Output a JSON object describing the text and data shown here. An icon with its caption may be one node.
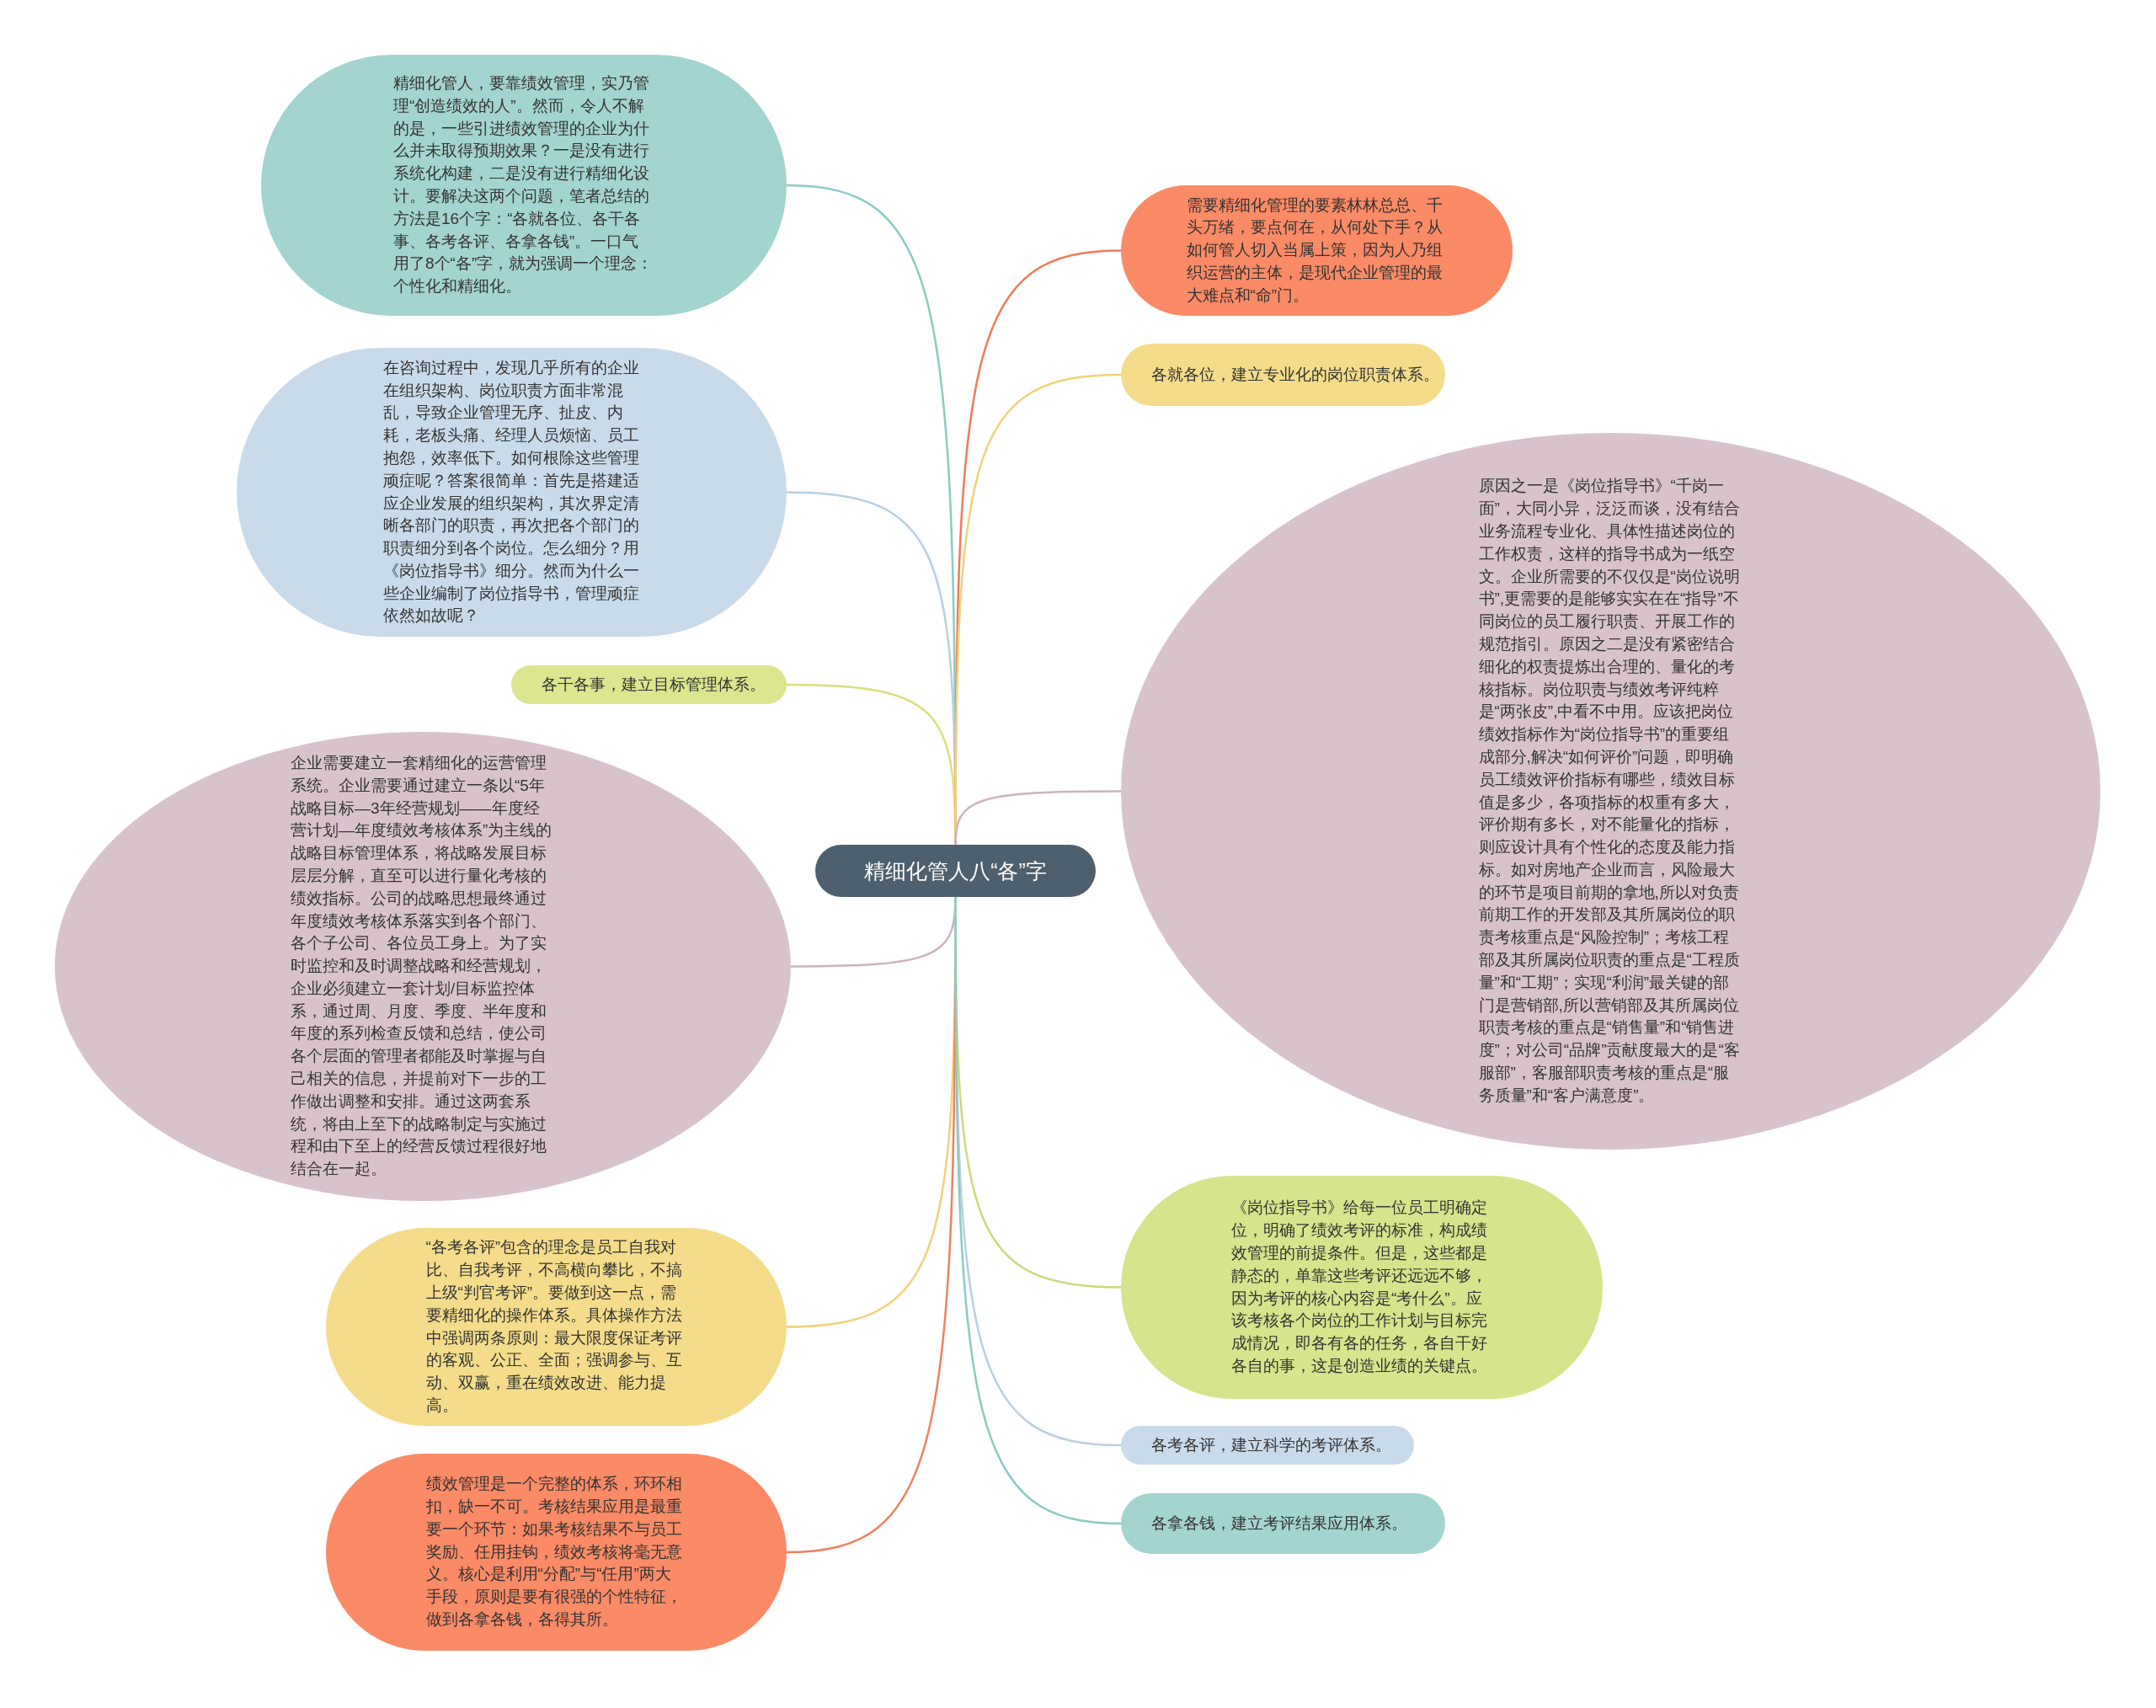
{
  "diagram": {
    "nodes": [
      {
        "text": [
          "精细化管人八“各”字"
        ]
      },
      {
        "text": [
          "精细化管人，要靠绩效管理，实乃管理“创造绩效的人”。然而，令人不解的是，一些引进绩效管理的企业为什么并未取得预期效果？一是没有进行系统化构建，二是没有进行精细化设计。要解决这两个问题，笔者总结的方法是16个字：“各就各位、各干各事、各考各评、各拿各钱”。一口气用了8个“各”字，就为强调一个理念：个性化和精细化。"
        ]
      },
      {
        "text": [
          "在咨询过程中，发现几乎所有的企业在组织架构、岗位职责方面非常混乱，导致企业管理无序、扯皮、内耗，老板头痛、经理人员烦恼、员工抱怨，效率低下。如何根除这些管理顽症呢？答案很简单：首先是搭建适应企业发展的组织架构，其次界定清晰各部门的职责，再次把各个部门的职责细分到各个岗位。怎么细分？用《岗位指导书》细分。然而为什么一些企业编制了岗位指导书，管理顽症依然如故呢？"
        ]
      },
      {
        "text": [
          "各干各事，建立目标管理体系。"
        ]
      },
      {
        "text": [
          "企业需要建立一套精细化的运营管理系统。企业需要通过建立一条以“5年战略目标—3年经营规划——年度经营计划—年度绩效考核体系”为主线的战略目标管理体系，将战略发展目标层层分解，直至可以进行量化考核的绩效指标。公司的战略思想最终通过年度绩效考核体系落实到各个部门、各个子公司、各位员工身上。为了实时监控和及时调整战略和经营规划，企业必须建立一套计划/目标监控体系，通过周、月度、季度、半年度和年度的系列检查反馈和总结，使公司各个层面的管理者都能及时掌握与自己相关的信息，并提前对下一步的工作做出调整和安排。通过这两套系统，将由上至下的战略制定与实施过程和由下至上的经营反馈过程很好地结合在一起。"
        ]
      },
      {
        "text": [
          "“各考各评”包含的理念是员工自我对比、自我考评，不高横向攀比，不搞上级“判官考评”。要做到这一点，需要精细化的操作体系。具体操作方法中强调两条原则：最大限度保证考评的客观、公正、全面；强调参与、互动、双赢，重在绩效改进、能力提高。"
        ]
      },
      {
        "text": [
          "绩效管理是一个完整的体系，环环相扣，缺一不可。考核结果应用是最重要一个环节：如果考核结果不与员工奖励、任用挂钩，绩效考核将毫无意义。核心是利用“分配”与“任用”两大手段，原则是要有很强的个性特征，做到各拿各钱，各得其所。"
        ]
      },
      {
        "text": [
          "需要精细化管理的要素林林总总、千头万绪，要点何在，从何处下手？从如何管人切入当属上策，因为人乃组织运营的主体，是现代企业管理的最大难点和“命”门。"
        ]
      },
      {
        "text": [
          "各就各位，建立专业化的岗位职责体系。"
        ]
      },
      {
        "text": [
          "原因之一是《岗位指导书》“千岗一面”，大同小异，泛泛而谈，没有结合业务流程专业化、具体性描述岗位的工作权责，这样的指导书成为一纸空文。企业所需要的不仅仅是“岗位说明书”,更需要的是能够实实在在“指导”不同岗位的员工履行职责、开展工作的规范指引。原因之二是没有紧密结合细化的权责提炼出合理的、量化的考核指标。岗位职责与绩效考评纯粹是“两张皮”,中看不中用。应该把岗位绩效指标作为“岗位指导书”的重要组成部分,解决“如何评价”问题，即明确员工绩效评价指标有哪些，绩效目标值是多少，各项指标的权重有多大，评价期有多长，对不能量化的指标，则应设计具有个性化的态度及能力指标。如对房地产企业而言，风险最大的环节是项目前期的拿地,所以对负责前期工作的开发部及其所属岗位的职责考核重点是“风险控制”；考核工程部及其所属岗位职责的重点是“工程质量”和“工期”；实现“利润”最关键的部门是营销部,所以营销部及其所属岗位职责考核的重点是“销售量”和“销售进度”；对公司“品牌”贡献度最大的是“客服部”，客服部职责考核的重点是“服务质量”和“客户满意度”。"
        ]
      },
      {
        "text": [
          "《岗位指导书》给每一位员工明确定位，明确了绩效考评的标准，构成绩效管理的前提条件。但是，这些都是静态的，单靠这些考评还远远不够，因为考评的核心内容是“考什么”。应该考核各个岗位的工作计划与目标完成情况，即各有各的任务，各自干好各自的事，这是创造业绩的关键点。"
        ]
      },
      {
        "text": [
          "各考各评，建立科学的考评体系。"
        ]
      },
      {
        "text": [
          "各拿各钱，建立考评结果应用体系。"
        ]
      }
    ],
    "edges": [
      {
        "from": 0,
        "to": 1,
        "arrow": "none",
        "color": "#8ccbc4"
      },
      {
        "from": 0,
        "to": 2,
        "arrow": "none",
        "color": "#b8cfe3"
      },
      {
        "from": 0,
        "to": 3,
        "arrow": "none",
        "color": "#d9e07f"
      },
      {
        "from": 0,
        "to": 4,
        "arrow": "none",
        "color": "#cdb3bf"
      },
      {
        "from": 0,
        "to": 5,
        "arrow": "none",
        "color": "#f0d27a"
      },
      {
        "from": 0,
        "to": 6,
        "arrow": "none",
        "color": "#f08060"
      },
      {
        "from": 0,
        "to": 7,
        "arrow": "none",
        "color": "#f27a56"
      },
      {
        "from": 0,
        "to": 8,
        "arrow": "none",
        "color": "#f0d27a"
      },
      {
        "from": 0,
        "to": 9,
        "arrow": "none",
        "color": "#cdb3bf"
      },
      {
        "from": 0,
        "to": 10,
        "arrow": "none",
        "color": "#c9dc7a"
      },
      {
        "from": 0,
        "to": 11,
        "arrow": "none",
        "color": "#b8cfe3"
      },
      {
        "from": 0,
        "to": 12,
        "arrow": "none",
        "color": "#8ccbc4"
      }
    ]
  }
}
